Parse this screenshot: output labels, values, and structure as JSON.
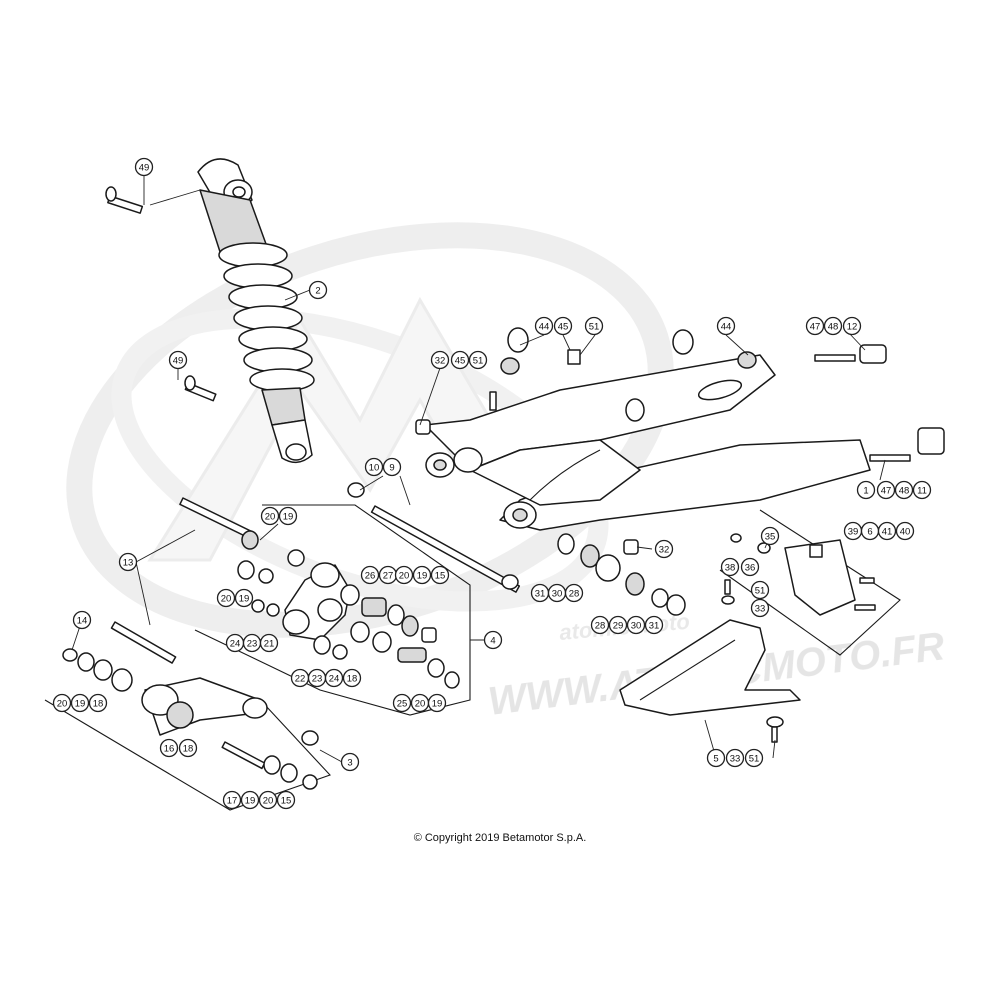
{
  "watermark": {
    "url": "WWW.ATOMICMOTO.FR",
    "logo_text": "atomic moto"
  },
  "copyright": "© Copyright 2019 Betamotor S.p.A.",
  "callouts": [
    {
      "id": "c49a",
      "label": "49"
    },
    {
      "id": "c2",
      "label": "2"
    },
    {
      "id": "c49b",
      "label": "49"
    },
    {
      "id": "c32a",
      "label": "32"
    },
    {
      "id": "c45a",
      "label": "45"
    },
    {
      "id": "c51a",
      "label": "51"
    },
    {
      "id": "c44a",
      "label": "44"
    },
    {
      "id": "c45b",
      "label": "45"
    },
    {
      "id": "c51b",
      "label": "51"
    },
    {
      "id": "c44b",
      "label": "44"
    },
    {
      "id": "c47a",
      "label": "47"
    },
    {
      "id": "c48a",
      "label": "48"
    },
    {
      "id": "c12",
      "label": "12"
    },
    {
      "id": "c10",
      "label": "10"
    },
    {
      "id": "c9",
      "label": "9"
    },
    {
      "id": "c1",
      "label": "1"
    },
    {
      "id": "c47b",
      "label": "47"
    },
    {
      "id": "c48b",
      "label": "48"
    },
    {
      "id": "c11",
      "label": "11"
    },
    {
      "id": "c20a",
      "label": "20"
    },
    {
      "id": "c19a",
      "label": "19"
    },
    {
      "id": "c13",
      "label": "13"
    },
    {
      "id": "c35",
      "label": "35"
    },
    {
      "id": "c39",
      "label": "39"
    },
    {
      "id": "c6",
      "label": "6"
    },
    {
      "id": "c41",
      "label": "41"
    },
    {
      "id": "c40",
      "label": "40"
    },
    {
      "id": "c32b",
      "label": "32"
    },
    {
      "id": "c26",
      "label": "26"
    },
    {
      "id": "c27",
      "label": "27"
    },
    {
      "id": "c20b",
      "label": "20"
    },
    {
      "id": "c19b",
      "label": "19"
    },
    {
      "id": "c15a",
      "label": "15"
    },
    {
      "id": "c38",
      "label": "38"
    },
    {
      "id": "c36",
      "label": "36"
    },
    {
      "id": "c51c",
      "label": "51"
    },
    {
      "id": "c33a",
      "label": "33"
    },
    {
      "id": "c20c",
      "label": "20"
    },
    {
      "id": "c19c",
      "label": "19"
    },
    {
      "id": "c31a",
      "label": "31"
    },
    {
      "id": "c30a",
      "label": "30"
    },
    {
      "id": "c28a",
      "label": "28"
    },
    {
      "id": "c28b",
      "label": "28"
    },
    {
      "id": "c29",
      "label": "29"
    },
    {
      "id": "c30b",
      "label": "30"
    },
    {
      "id": "c31b",
      "label": "31"
    },
    {
      "id": "c24a",
      "label": "24"
    },
    {
      "id": "c23a",
      "label": "23"
    },
    {
      "id": "c21",
      "label": "21"
    },
    {
      "id": "c14",
      "label": "14"
    },
    {
      "id": "c4",
      "label": "4"
    },
    {
      "id": "c22",
      "label": "22"
    },
    {
      "id": "c23b",
      "label": "23"
    },
    {
      "id": "c24b",
      "label": "24"
    },
    {
      "id": "c18a",
      "label": "18"
    },
    {
      "id": "c20d",
      "label": "20"
    },
    {
      "id": "c19d",
      "label": "19"
    },
    {
      "id": "c18b",
      "label": "18"
    },
    {
      "id": "c25",
      "label": "25"
    },
    {
      "id": "c20e",
      "label": "20"
    },
    {
      "id": "c19e",
      "label": "19"
    },
    {
      "id": "c16",
      "label": "16"
    },
    {
      "id": "c18c",
      "label": "18"
    },
    {
      "id": "c3",
      "label": "3"
    },
    {
      "id": "c5",
      "label": "5"
    },
    {
      "id": "c33b",
      "label": "33"
    },
    {
      "id": "c51d",
      "label": "51"
    },
    {
      "id": "c17",
      "label": "17"
    },
    {
      "id": "c19f",
      "label": "19"
    },
    {
      "id": "c20f",
      "label": "20"
    },
    {
      "id": "c15b",
      "label": "15"
    }
  ]
}
